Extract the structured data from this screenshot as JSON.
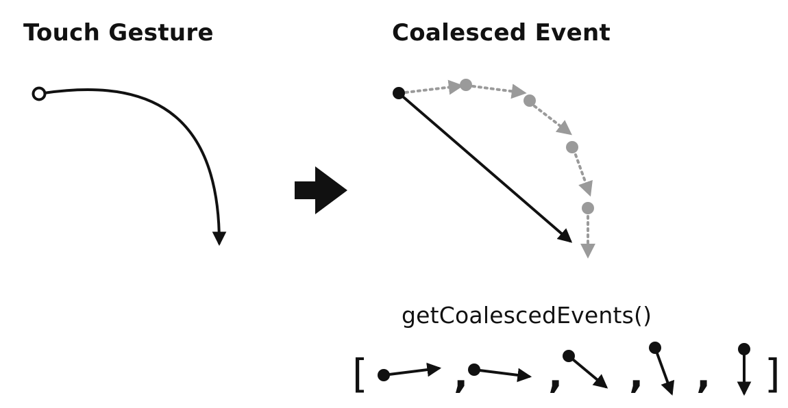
{
  "titles": {
    "touch_gesture": "Touch Gesture",
    "coalesced_event": "Coalesced Event",
    "method": "getCoalescedEvents()"
  },
  "list": {
    "open_bracket": "[",
    "close_bracket": "]",
    "separator": ","
  },
  "colors": {
    "primary": "#111111",
    "secondary": "#9a9a9a",
    "background": "#ffffff"
  }
}
